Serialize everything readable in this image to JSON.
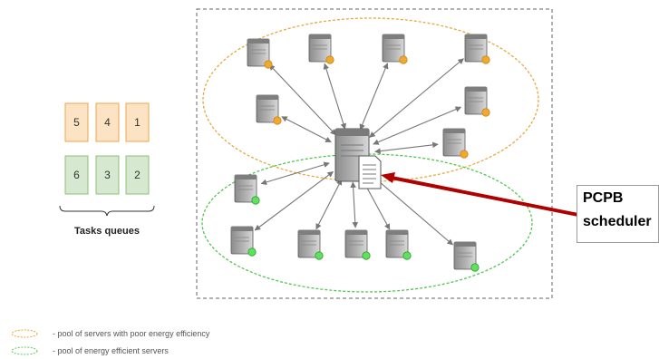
{
  "task_queue": {
    "caption": "Tasks queues",
    "top_row": [
      "5",
      "4",
      "1"
    ],
    "bottom_row": [
      "6",
      "3",
      "2"
    ],
    "top_color": "#fbe3c4",
    "top_border": "#f0a54a",
    "bottom_color": "#d6e8d0",
    "bottom_border": "#8cbf7a"
  },
  "scheduler": {
    "line1": "PCPB",
    "line2": "scheduler"
  },
  "legend": [
    {
      "text": "- pool of servers with poor energy efficiency",
      "color": "#f0a830"
    },
    {
      "text": "- pool of energy efficient servers",
      "color": "#5fcf5f"
    }
  ],
  "pools": {
    "poor_color": "#e8a840",
    "efficient_color": "#4fc74f",
    "arrow_color": "#b00000"
  },
  "icons": {
    "server": "server-icon",
    "central": "scheduler-server-icon",
    "document": "document-icon",
    "poor_indicator": "orange-dot-icon",
    "efficient_indicator": "green-dot-icon"
  }
}
